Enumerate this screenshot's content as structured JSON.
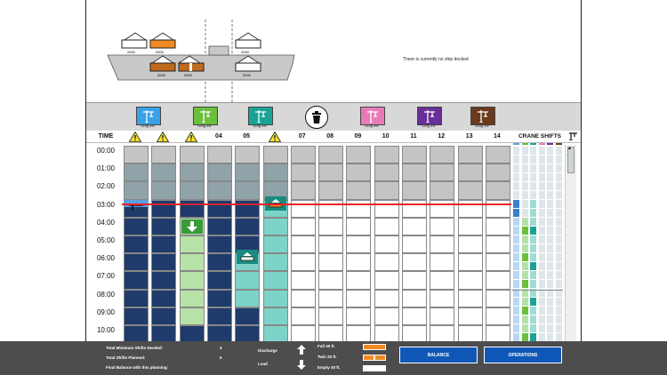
{
  "ship": {
    "no_ship_text": "There is currently no ship docked",
    "container_labels": [
      "2000",
      "2000",
      "2000",
      "2000",
      "2000",
      "2000"
    ]
  },
  "toolbar": {
    "cranes": [
      {
        "name": "crane-blue",
        "color": "#3aa0e8",
        "label": "Drag me"
      },
      {
        "name": "crane-green",
        "color": "#6cbf3c",
        "label": "Drag me"
      },
      {
        "name": "crane-teal",
        "color": "#1aa394",
        "label": "Drag me"
      },
      {
        "name": "crane-pink",
        "color": "#e87ab8",
        "label": "Drag me"
      },
      {
        "name": "crane-purple",
        "color": "#6a2e98",
        "label": "Drag me"
      },
      {
        "name": "crane-brown",
        "color": "#6b3a1e",
        "label": "Drag me"
      }
    ]
  },
  "header": {
    "time_label": "TIME",
    "columns": [
      "⚠",
      "⚠",
      "⚠",
      "04",
      "05",
      "⚠",
      "07",
      "08",
      "09",
      "10",
      "11",
      "12",
      "13",
      "14"
    ],
    "crane_shifts_label": "CRANE SHIFTS"
  },
  "times": [
    "00:00",
    "01:00",
    "02:00",
    "03:00",
    "04:00",
    "05:00",
    "06:00",
    "07:00",
    "08:00",
    "09:00",
    "10:00"
  ],
  "colors": {
    "gray": "#c4c4c4",
    "dark_gray": "#8fa3a8",
    "navy": "#1e3b6b",
    "light_green": "#b6e2a8",
    "light_teal": "#7dd3c8",
    "red_line": "#e8202a",
    "button_blue": "#1058b8",
    "orange": "#ef8a22"
  },
  "footer": {
    "total_min_label": "Total Minimum Shifts Needed:",
    "total_min_value": "4",
    "total_planned_label": "Total Shifts Planned:",
    "total_planned_value": "5",
    "final_balance_label": "Final Balance with this planning:",
    "discharge_label": "Discharge",
    "load_label": "Load",
    "full_label": "Full 40 ft.",
    "twin_label": "Twin 20 ft.",
    "empty_label": "Empty 40 ft.",
    "balance_button": "BALANCE",
    "operations_button": "OPERATIONS"
  }
}
